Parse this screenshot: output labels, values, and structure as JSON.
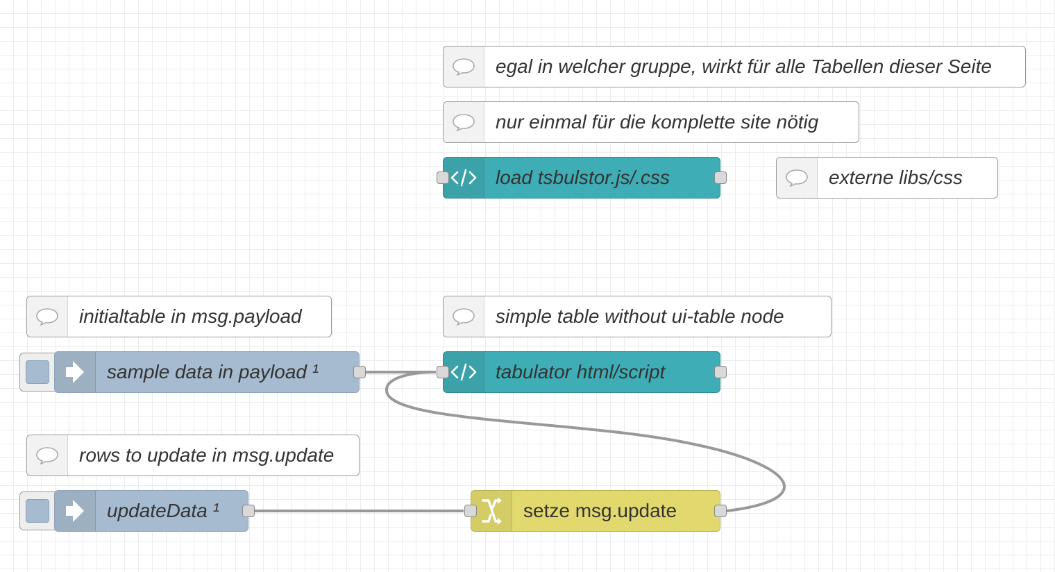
{
  "colors": {
    "template_node": "#3fadb5",
    "inject_node": "#a6bbcf",
    "change_node": "#e2d96e",
    "comment_node": "#ffffff",
    "wire": "#999999"
  },
  "comments": {
    "egal": "egal in welcher gruppe, wirkt für alle Tabellen dieser Seite",
    "einmal": "nur einmal für die komplette site nötig",
    "externe": "externe libs/css",
    "initialtable": "initialtable in msg.payload",
    "simple": "simple table without ui-table node",
    "rows": "rows to update in msg.update"
  },
  "nodes": {
    "load_template": {
      "label": "load tsbulstor.js/.css",
      "icon": "code-icon"
    },
    "tabulator_template": {
      "label": "tabulator html/script",
      "icon": "code-icon"
    },
    "sample_inject": {
      "label": "sample data in payload ¹",
      "icon": "arrow-right-icon"
    },
    "update_inject": {
      "label": "updateData ¹",
      "icon": "arrow-right-icon"
    },
    "setze_change": {
      "label": "setze msg.update",
      "icon": "shuffle-icon"
    }
  }
}
